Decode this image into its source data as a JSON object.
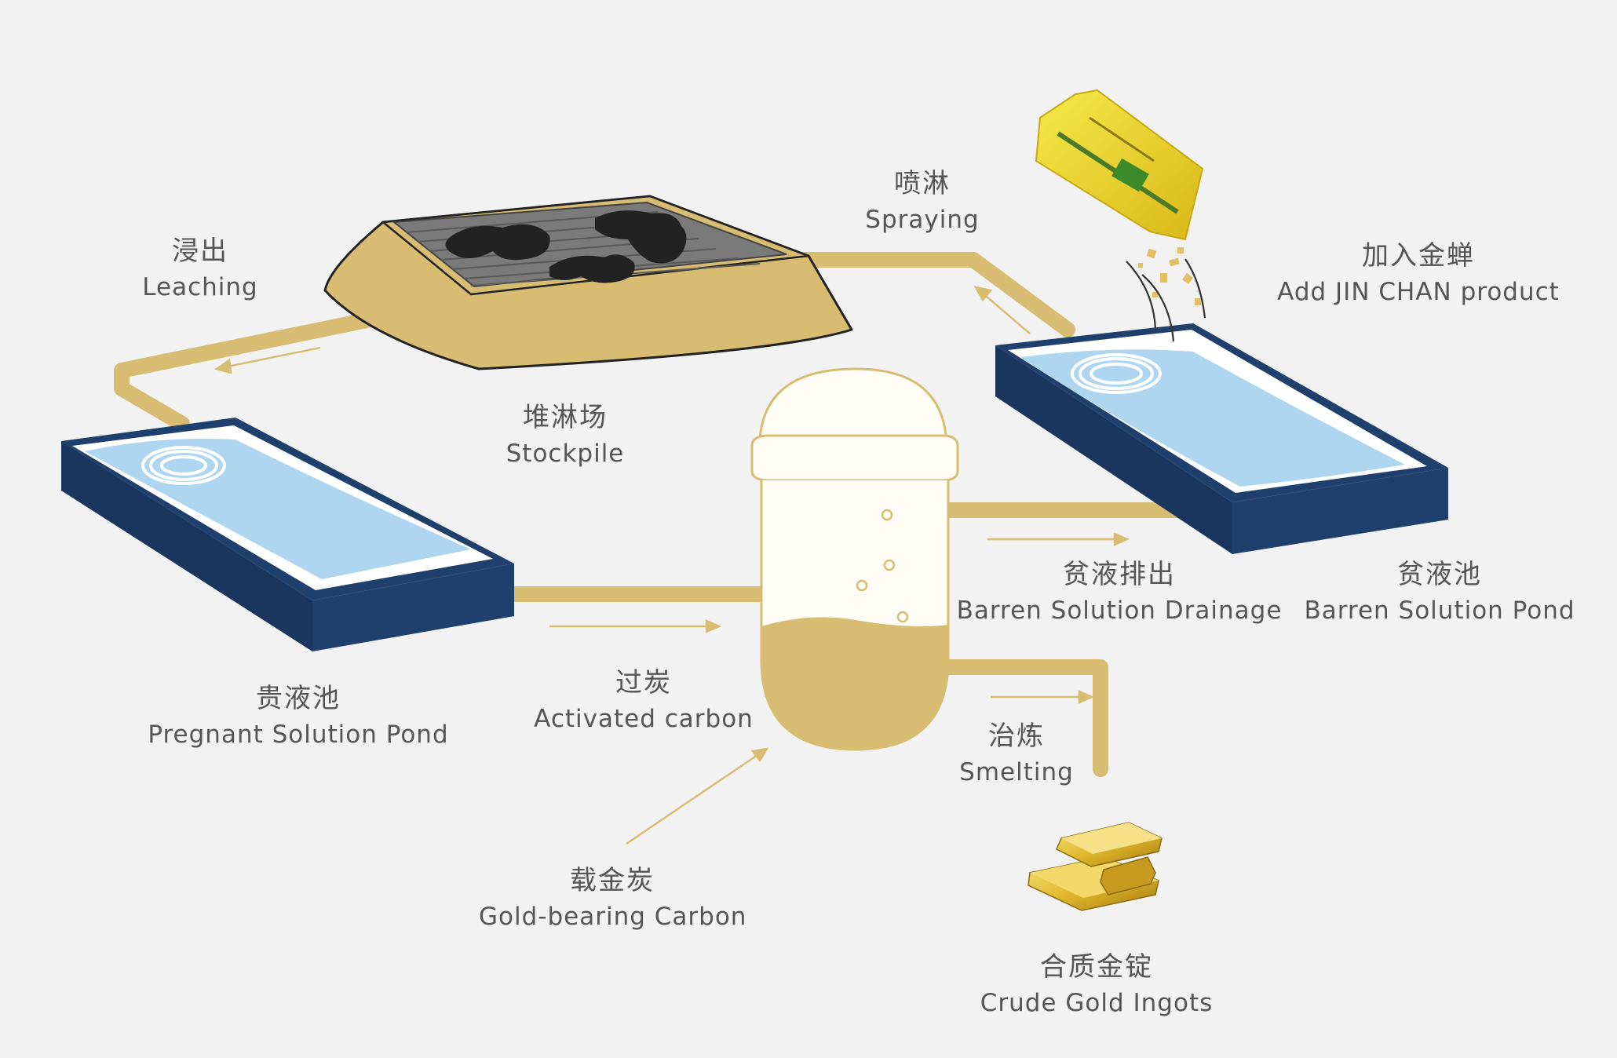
{
  "labels": {
    "leaching": {
      "zh": "浸出",
      "en": "Leaching"
    },
    "stockpile": {
      "zh": "堆淋场",
      "en": "Stockpile"
    },
    "spraying": {
      "zh": "喷淋",
      "en": "Spraying"
    },
    "add_product": {
      "zh": "加入金蝉",
      "en": "Add JIN CHAN product"
    },
    "barren_drainage": {
      "zh": "贫液排出",
      "en": "Barren Solution Drainage"
    },
    "barren_pond": {
      "zh": "贫液池",
      "en": "Barren Solution Pond"
    },
    "pregnant_pond": {
      "zh": "贵液池",
      "en": "Pregnant Solution Pond"
    },
    "activated_carbon": {
      "zh": "过炭",
      "en": "Activated carbon"
    },
    "smelting": {
      "zh": "治炼",
      "en": "Smelting"
    },
    "gold_carbon": {
      "zh": "载金炭",
      "en": "Gold-bearing Carbon"
    },
    "ingots": {
      "zh": "合质金锭",
      "en": "Crude Gold Ingots"
    }
  },
  "colors": {
    "gold": "#d7bc72",
    "navy": "#1f3f6d",
    "water": "#aed6f1",
    "stockpile_grid": "#7a7a7a",
    "ore": "#222222"
  },
  "icons": [
    "product-bag-icon",
    "gold-ingots-icon",
    "swirl-icon"
  ]
}
